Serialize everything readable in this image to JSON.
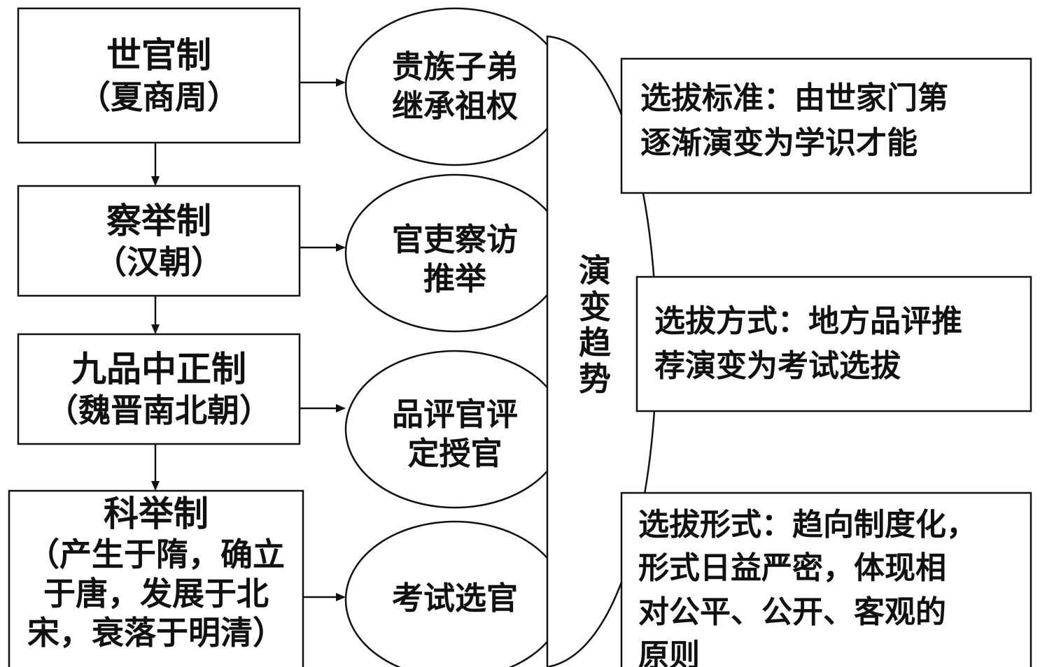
{
  "systems": [
    {
      "name": "世官制",
      "period_lines": [
        "（夏商周）"
      ]
    },
    {
      "name": "察举制",
      "period_lines": [
        "（汉朝）"
      ]
    },
    {
      "name": "九品中正制",
      "period_lines": [
        "（魏晋南北朝）"
      ]
    },
    {
      "name": "科举制",
      "period_lines": [
        "（产生于隋，确立",
        "于唐，发展于北",
        "宋，衰落于明清）"
      ]
    }
  ],
  "methods": [
    {
      "lines": [
        "贵族子弟",
        "继承祖权"
      ]
    },
    {
      "lines": [
        "官吏察访",
        "推举"
      ]
    },
    {
      "lines": [
        "品评官评",
        "定授官"
      ]
    },
    {
      "lines": [
        "考试选官"
      ]
    }
  ],
  "trend": {
    "label_chars": [
      "演",
      "变",
      "趋",
      "势"
    ]
  },
  "summaries": [
    {
      "lines": [
        "选拔标准：由世家门第",
        "逐渐演变为学识才能"
      ]
    },
    {
      "lines": [
        "选拔方式：地方品评推",
        "荐演变为考试选拔"
      ]
    },
    {
      "lines": [
        "选拔形式：趋向制度化，",
        "形式日益严密，体现相",
        "对公平、公开、客观的",
        "原则"
      ]
    }
  ],
  "colors": {
    "stroke": "#111111",
    "background": "#ffffff"
  }
}
